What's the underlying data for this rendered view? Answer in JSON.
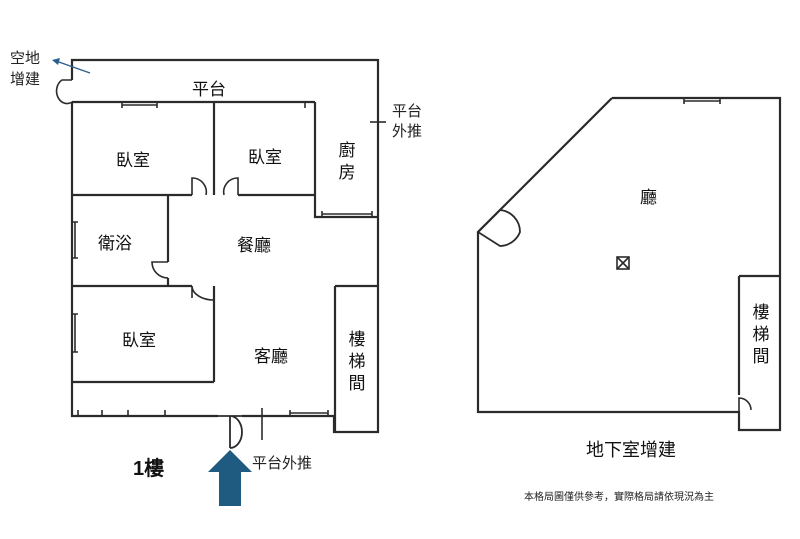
{
  "colors": {
    "wall": "#2b2b2b",
    "arrow": "#1f5a80",
    "small_arrow": "#2a5f8c"
  },
  "floor1": {
    "title": "1樓",
    "rooms": {
      "bedroom_top_left": "臥室",
      "bedroom_top_middle": "臥室",
      "kitchen": "廚房",
      "bathroom": "衛浴",
      "dining": "餐廳",
      "bedroom_bottom_left": "臥室",
      "living": "客廳",
      "stairwell": "樓梯間"
    },
    "annotations": {
      "platform": "平台",
      "extension_empty_land_line1": "空地",
      "extension_empty_land_line2": "增建",
      "platform_extend_right_line1": "平台",
      "platform_extend_right_line2": "外推",
      "platform_extend_bottom": "平台外推"
    }
  },
  "basement": {
    "title": "地下室增建",
    "rooms": {
      "hall": "廳",
      "stairwell": "樓梯間"
    }
  },
  "disclaimer": "本格局圖僅供參考，實際格局請依現況為主"
}
